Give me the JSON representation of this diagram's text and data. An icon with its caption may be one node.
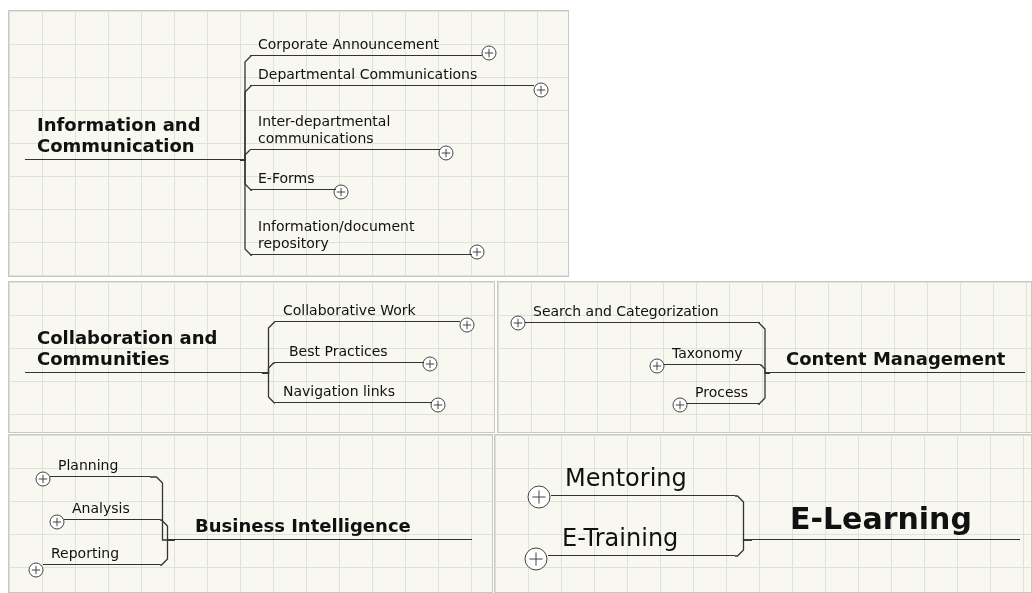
{
  "diagram": {
    "nodes": [
      {
        "text": [
          "Information and Communication"
        ]
      },
      {
        "text": [
          "Corporate Announcement"
        ]
      },
      {
        "text": [
          "Departmental Communications"
        ]
      },
      {
        "text": [
          "Inter-departmental communications"
        ]
      },
      {
        "text": [
          "E-Forms"
        ]
      },
      {
        "text": [
          "Information/document repository"
        ]
      },
      {
        "text": [
          "Collaboration and Communities"
        ]
      },
      {
        "text": [
          "Collaborative Work"
        ]
      },
      {
        "text": [
          "Best Practices"
        ]
      },
      {
        "text": [
          "Navigation links"
        ]
      },
      {
        "text": [
          "Search and Categorization"
        ]
      },
      {
        "text": [
          "Taxonomy"
        ]
      },
      {
        "text": [
          "Process"
        ]
      },
      {
        "text": [
          "Content Management"
        ]
      },
      {
        "text": [
          "Planning"
        ]
      },
      {
        "text": [
          "Analysis"
        ]
      },
      {
        "text": [
          "Reporting"
        ]
      },
      {
        "text": [
          "Business Intelligence"
        ]
      },
      {
        "text": [
          "Mentoring"
        ]
      },
      {
        "text": [
          "E-Training"
        ]
      },
      {
        "text": [
          "E-Learning"
        ]
      }
    ],
    "edges": [
      {
        "from": 0,
        "to": 1,
        "arrow": "none"
      },
      {
        "from": 0,
        "to": 2,
        "arrow": "none"
      },
      {
        "from": 0,
        "to": 3,
        "arrow": "none"
      },
      {
        "from": 0,
        "to": 4,
        "arrow": "none"
      },
      {
        "from": 0,
        "to": 5,
        "arrow": "none"
      },
      {
        "from": 6,
        "to": 7,
        "arrow": "none"
      },
      {
        "from": 6,
        "to": 8,
        "arrow": "none"
      },
      {
        "from": 6,
        "to": 9,
        "arrow": "none"
      },
      {
        "from": 13,
        "to": 10,
        "arrow": "none"
      },
      {
        "from": 13,
        "to": 11,
        "arrow": "none"
      },
      {
        "from": 13,
        "to": 12,
        "arrow": "none"
      },
      {
        "from": 17,
        "to": 14,
        "arrow": "none"
      },
      {
        "from": 17,
        "to": 15,
        "arrow": "none"
      },
      {
        "from": 17,
        "to": 16,
        "arrow": "none"
      },
      {
        "from": 20,
        "to": 18,
        "arrow": "none"
      },
      {
        "from": 20,
        "to": 19,
        "arrow": "none"
      }
    ]
  }
}
